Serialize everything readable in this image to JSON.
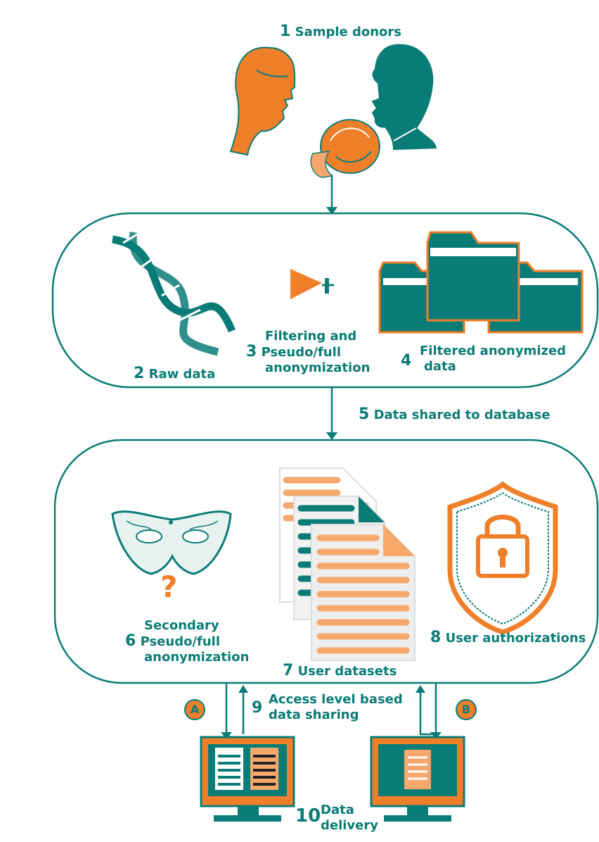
{
  "colors": {
    "teal": "#0a7c77",
    "orange": "#f07f2a",
    "light_orange": "#f7a86a",
    "grey": "#e0e0e0"
  },
  "steps": {
    "s1": {
      "num": "1",
      "label": "Sample donors"
    },
    "s2": {
      "num": "2",
      "label": "Raw data"
    },
    "s3": {
      "num": "3",
      "line1": "Filtering and",
      "line2": "Pseudo/full",
      "line3": "anonymization"
    },
    "s4": {
      "num": "4",
      "line1": "Filtered anonymized",
      "line2": "data"
    },
    "s5": {
      "num": "5",
      "label": "Data shared to database"
    },
    "s6": {
      "num": "6",
      "line1": "Secondary",
      "line2": "Pseudo/full",
      "line3": "anonymization"
    },
    "s7": {
      "num": "7",
      "label": "User datasets"
    },
    "s8": {
      "num": "8",
      "label": "User authorizations"
    },
    "s9": {
      "num": "9",
      "line1": "Access level based",
      "line2": "data sharing"
    },
    "s10": {
      "num": "10",
      "line1": "Data",
      "line2": "delivery"
    }
  },
  "badges": {
    "a": "A",
    "b": "B"
  },
  "mask_symbol": "?",
  "icons": [
    "woman-donor-icon",
    "man-donor-icon",
    "embryo-icon",
    "dna-icon",
    "filter-funnel-icon",
    "folders-icon",
    "mask-icon",
    "documents-icon",
    "shield-lock-icon",
    "monitor-icon"
  ]
}
